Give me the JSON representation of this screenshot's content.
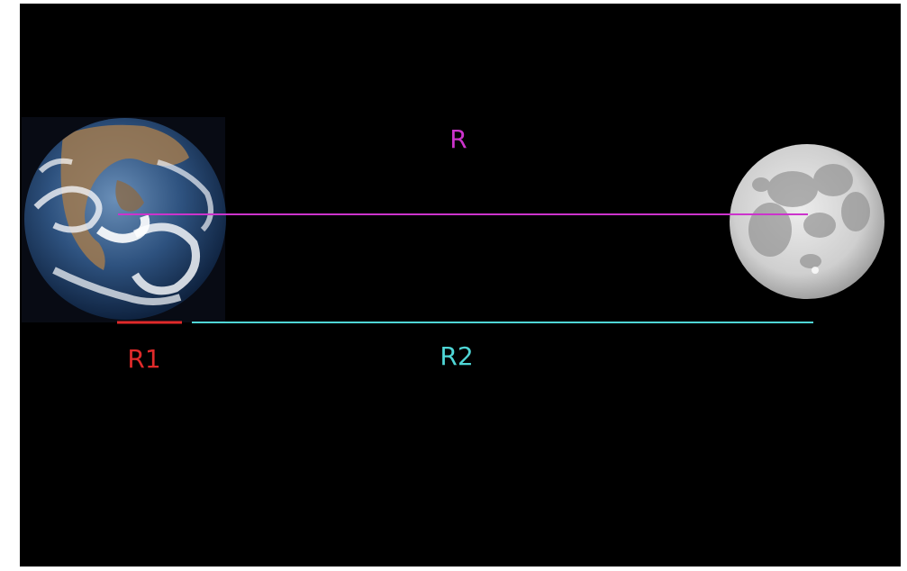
{
  "labels": {
    "distance_earth_moon": "R",
    "segment_1": "R1",
    "segment_2": "R2"
  },
  "colors": {
    "background": "#000000",
    "frame": "#ffffff",
    "r_line": "#cc33cc",
    "r1_line": "#e02a2a",
    "r2_line": "#4fd6d6",
    "earth_ocean": "#20406e",
    "moon_surface": "#d4d4d4"
  },
  "objects": {
    "left_body": "earth-icon",
    "right_body": "moon-icon"
  }
}
